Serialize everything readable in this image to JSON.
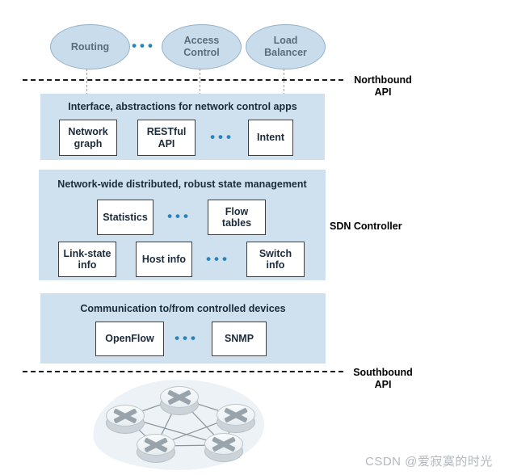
{
  "apps": {
    "items": [
      "Routing",
      "Access\nControl",
      "Load\nBalancer"
    ]
  },
  "icons": {
    "ellipsis": "•••"
  },
  "northbound": {
    "line1": "Northbound",
    "line2": "API"
  },
  "southbound": {
    "line1": "Southbound",
    "line2": "API"
  },
  "controller_label": "SDN Controller",
  "layers": {
    "interface": {
      "title": "Interface, abstractions for network control apps",
      "boxes": [
        "Network\ngraph",
        "RESTful\nAPI",
        "Intent"
      ]
    },
    "state": {
      "title": "Network-wide distributed, robust state management",
      "row1": [
        "Statistics",
        "Flow\ntables"
      ],
      "row2": [
        "Link-state\ninfo",
        "Host info",
        "Switch\ninfo"
      ]
    },
    "communication": {
      "title": "Communication to/from controlled devices",
      "boxes": [
        "OpenFlow",
        "SNMP"
      ]
    }
  },
  "network": {
    "router_count": 5
  },
  "watermark": "CSDN @爱寂寞的时光",
  "colors": {
    "panel_blue": "#cfe0ee",
    "ellipse_fill": "#c8dcec",
    "ellipse_border": "#93b1c9",
    "dots_blue": "#2b83ba",
    "text_dark": "#1c2b3a",
    "label_black": "#000000",
    "box_border": "#3d3f42",
    "link_gray": "#8b939b",
    "blob_fill": "#edf2f7",
    "watermark_gray": "#b3b8bd"
  }
}
